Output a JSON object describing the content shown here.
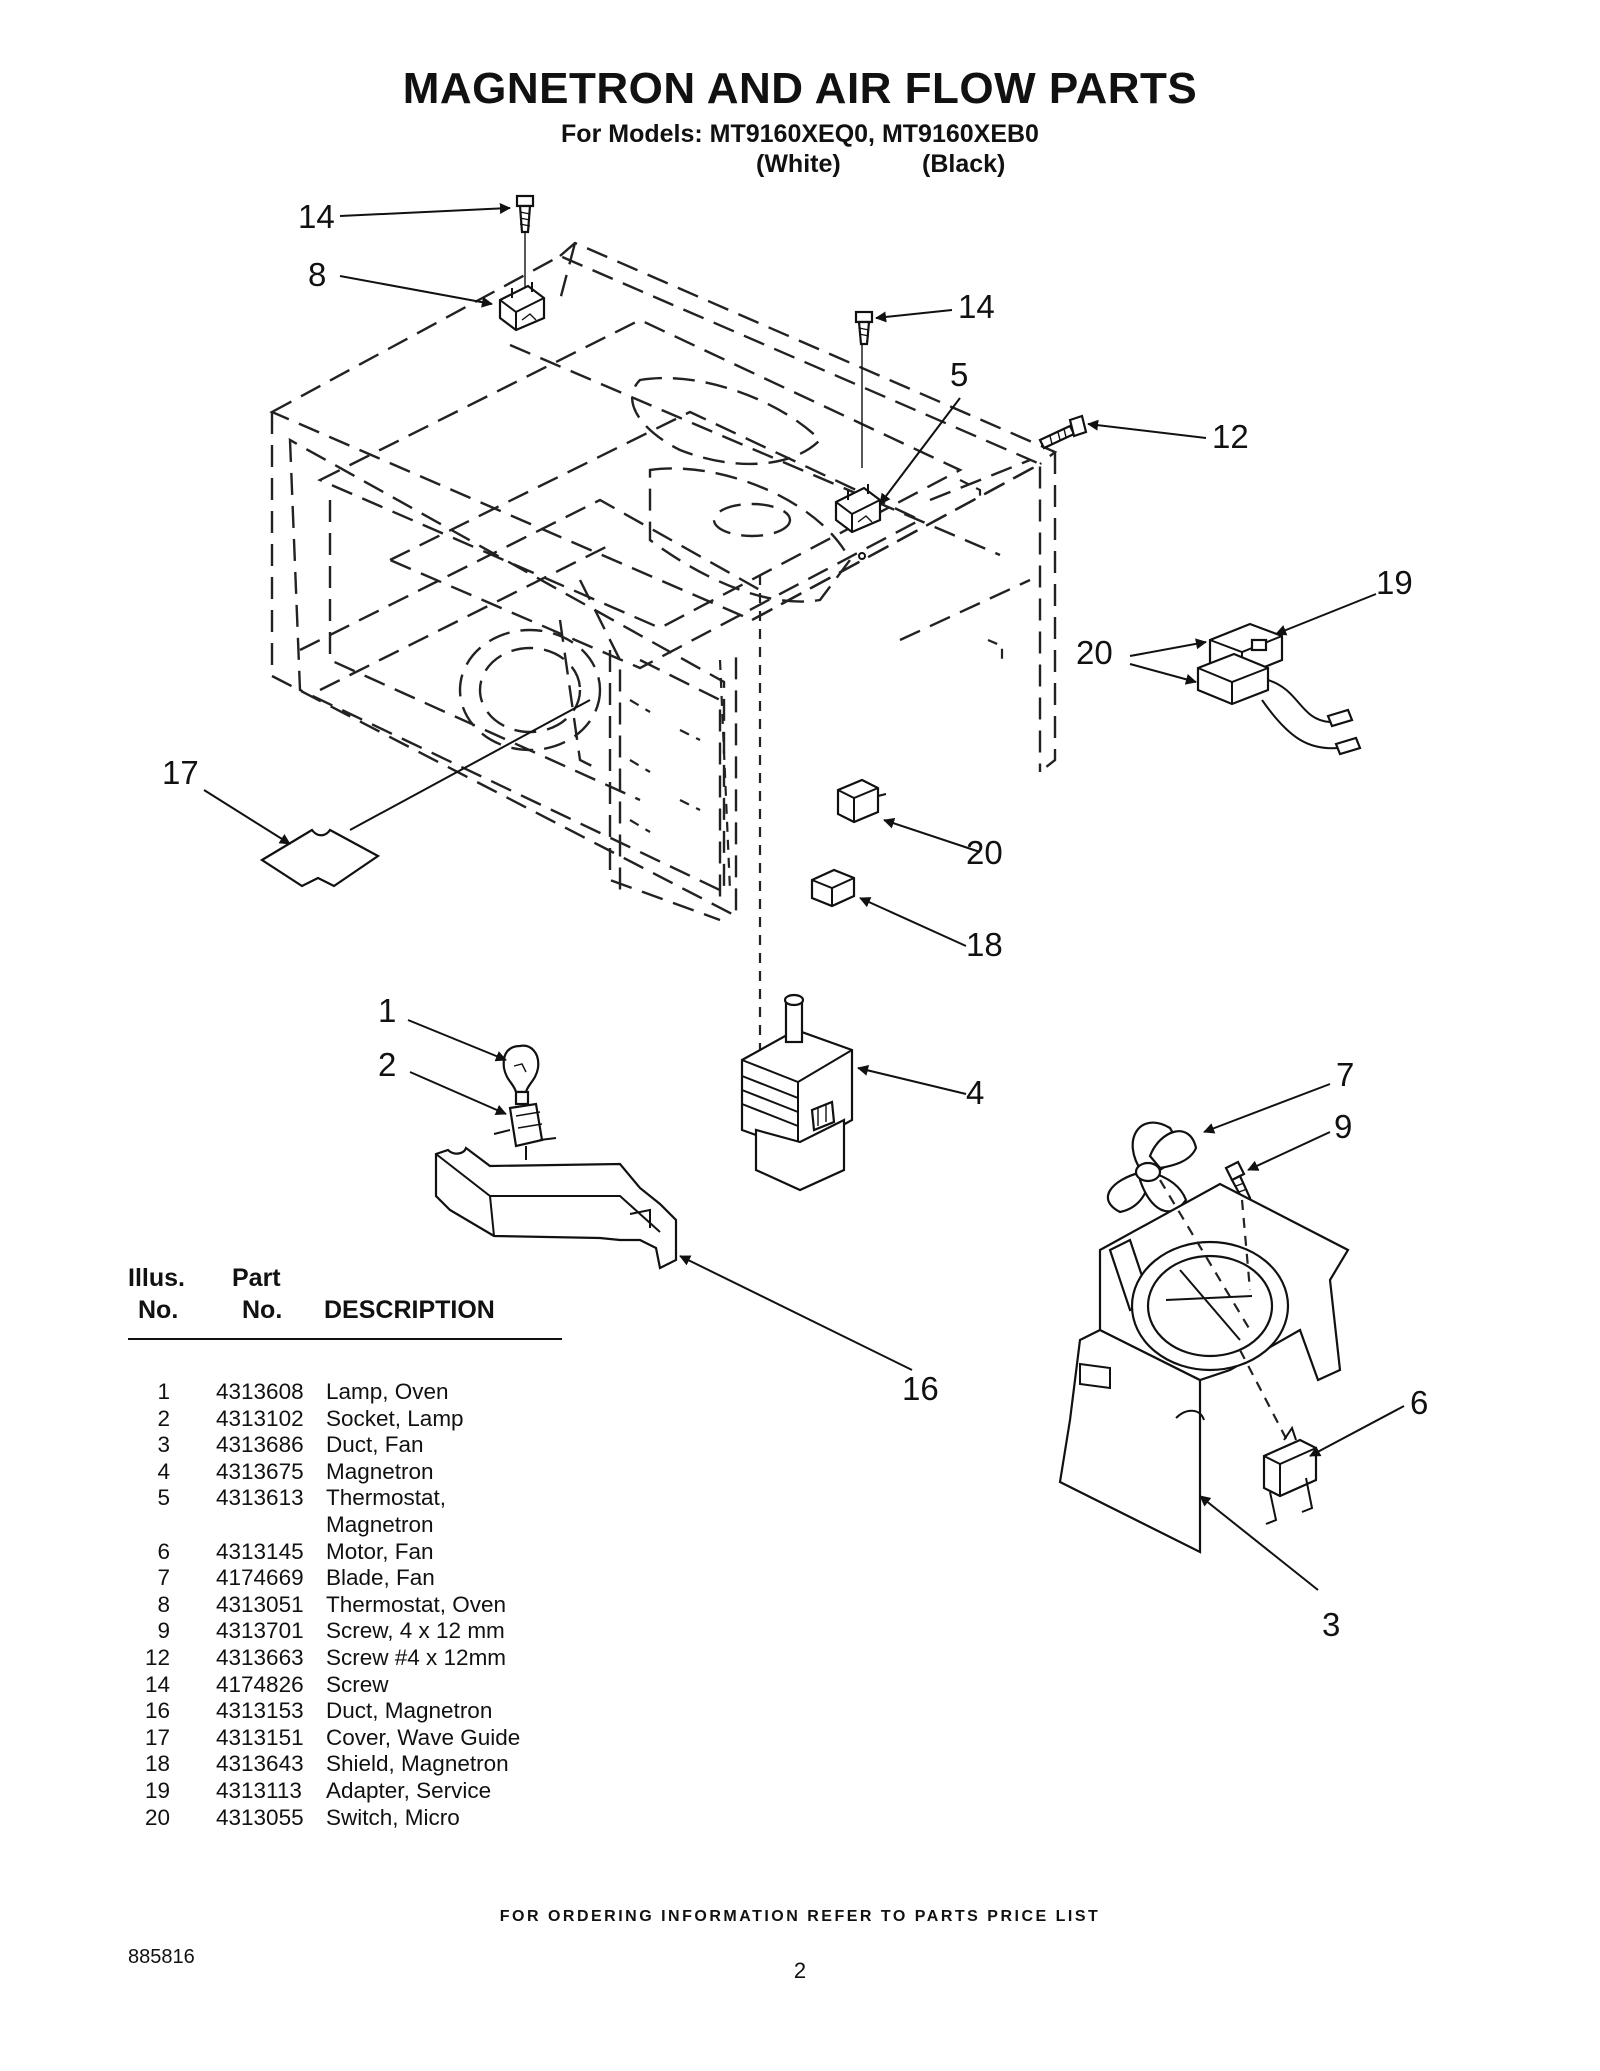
{
  "header": {
    "title": "MAGNETRON AND AIR FLOW PARTS",
    "models": "For Models: MT9160XEQ0, MT9160XEB0",
    "color_white": "(White)",
    "color_black": "(Black)"
  },
  "callouts": {
    "c14a": "14",
    "c8": "8",
    "c14b": "14",
    "c5": "5",
    "c12": "12",
    "c19": "19",
    "c20a": "20",
    "c17": "17",
    "c20b": "20",
    "c18": "18",
    "c1": "1",
    "c2": "2",
    "c4": "4",
    "c7": "7",
    "c9": "9",
    "c16": "16",
    "c6": "6",
    "c3": "3"
  },
  "table": {
    "col1_line1": "Illus.",
    "col1_line2": "No.",
    "col2_line1": "Part",
    "col2_line2": "No.",
    "col3": "DESCRIPTION",
    "rows": [
      {
        "illus": "1",
        "part": "4313608",
        "desc": "Lamp, Oven"
      },
      {
        "illus": "2",
        "part": "4313102",
        "desc": "Socket, Lamp"
      },
      {
        "illus": "3",
        "part": "4313686",
        "desc": "Duct, Fan"
      },
      {
        "illus": "4",
        "part": "4313675",
        "desc": "Magnetron"
      },
      {
        "illus": "5",
        "part": "4313613",
        "desc": "Thermostat,"
      },
      {
        "illus": "",
        "part": "",
        "desc": "Magnetron"
      },
      {
        "illus": "6",
        "part": "4313145",
        "desc": "Motor, Fan"
      },
      {
        "illus": "7",
        "part": "4174669",
        "desc": "Blade, Fan"
      },
      {
        "illus": "8",
        "part": "4313051",
        "desc": "Thermostat, Oven"
      },
      {
        "illus": "9",
        "part": "4313701",
        "desc": "Screw, 4 x 12 mm"
      },
      {
        "illus": "12",
        "part": "4313663",
        "desc": "Screw #4 x 12mm"
      },
      {
        "illus": "14",
        "part": "4174826",
        "desc": "Screw"
      },
      {
        "illus": "16",
        "part": "4313153",
        "desc": "Duct, Magnetron"
      },
      {
        "illus": "17",
        "part": "4313151",
        "desc": "Cover, Wave Guide"
      },
      {
        "illus": "18",
        "part": "4313643",
        "desc": "Shield, Magnetron"
      },
      {
        "illus": "19",
        "part": "4313113",
        "desc": "Adapter, Service"
      },
      {
        "illus": "20",
        "part": "4313055",
        "desc": "Switch, Micro"
      }
    ]
  },
  "footer": {
    "ordering_note": "FOR ORDERING INFORMATION REFER TO PARTS PRICE LIST",
    "doc_number": "885816",
    "page_number": "2"
  }
}
